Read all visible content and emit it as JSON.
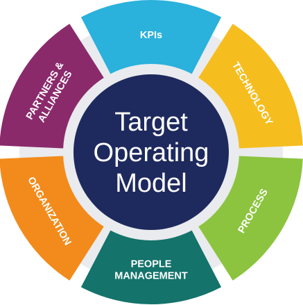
{
  "diagram": {
    "center": {
      "lines": [
        "Target",
        "Operating",
        "Model"
      ],
      "color": "#1e2a5e"
    },
    "segments": [
      {
        "id": "kpis",
        "lines": [
          "KPIs"
        ],
        "color": "#2ab1dc",
        "icon": "none"
      },
      {
        "id": "technology",
        "lines": [
          "TECHNOLOGY"
        ],
        "color": "#f6bd1e",
        "icon": "none"
      },
      {
        "id": "process",
        "lines": [
          "PROCESS"
        ],
        "color": "#8cc43f",
        "icon": "none"
      },
      {
        "id": "people-management",
        "lines": [
          "PEOPLE",
          "MANAGEMENT"
        ],
        "color": "#14736b",
        "icon": "none"
      },
      {
        "id": "organization",
        "lines": [
          "ORGANIZATION"
        ],
        "color": "#f28b1c",
        "icon": "none"
      },
      {
        "id": "partners-alliances",
        "lines": [
          "PARTNERS &",
          "ALLIANCES"
        ],
        "color": "#8a2a6b",
        "icon": "none"
      }
    ],
    "ring_background": "#e9ebee"
  }
}
